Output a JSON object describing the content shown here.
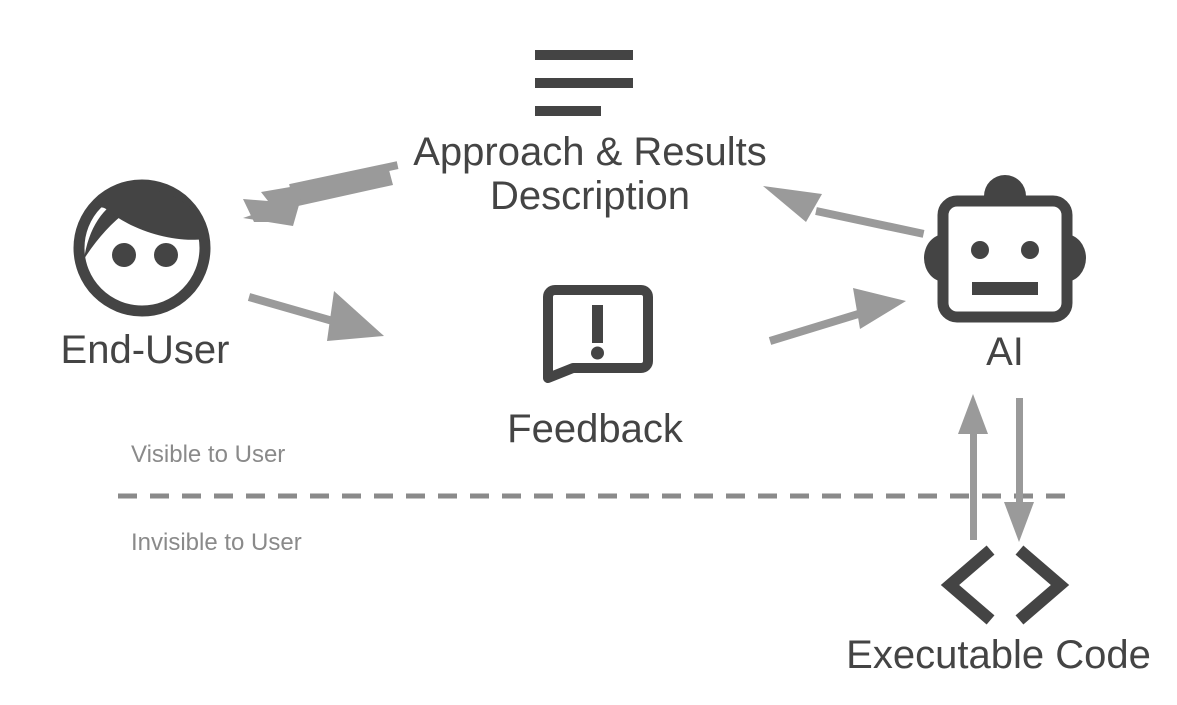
{
  "diagram": {
    "title_present": false,
    "background_color": "#ffffff",
    "dark_color": "#444444",
    "arrow_color": "#9a9a9a",
    "zone_text_color": "#8a8a8a",
    "nodes": [
      {
        "id": "end-user",
        "icon": "user-face-icon",
        "label": "End-User"
      },
      {
        "id": "approach-results-description",
        "icon": "document-lines-icon",
        "label_line1": "Approach & Results",
        "label_line2": "Description",
        "label": "Approach & Results Description"
      },
      {
        "id": "feedback",
        "icon": "speech-bubble-exclamation-icon",
        "label": "Feedback"
      },
      {
        "id": "ai",
        "icon": "robot-head-icon",
        "label": "AI"
      },
      {
        "id": "executable-code",
        "icon": "code-brackets-icon",
        "label": "Executable Code"
      }
    ],
    "zones": {
      "above_label": "Visible to User",
      "below_label": "Invisible to User",
      "divider": "dashed-divider"
    },
    "connectors": [
      {
        "id": "description-to-end-user",
        "from": "approach-results-description",
        "to": "end-user",
        "direction": "left"
      },
      {
        "id": "end-user-to-feedback",
        "from": "end-user",
        "to": "feedback",
        "direction": "right-down"
      },
      {
        "id": "ai-to-description",
        "from": "ai",
        "to": "approach-results-description",
        "direction": "left-up"
      },
      {
        "id": "feedback-to-ai",
        "from": "feedback",
        "to": "ai",
        "direction": "right-up"
      },
      {
        "id": "executable-code-to-ai",
        "from": "executable-code",
        "to": "ai",
        "direction": "up"
      },
      {
        "id": "ai-to-executable-code",
        "from": "ai",
        "to": "executable-code",
        "direction": "down"
      }
    ]
  }
}
